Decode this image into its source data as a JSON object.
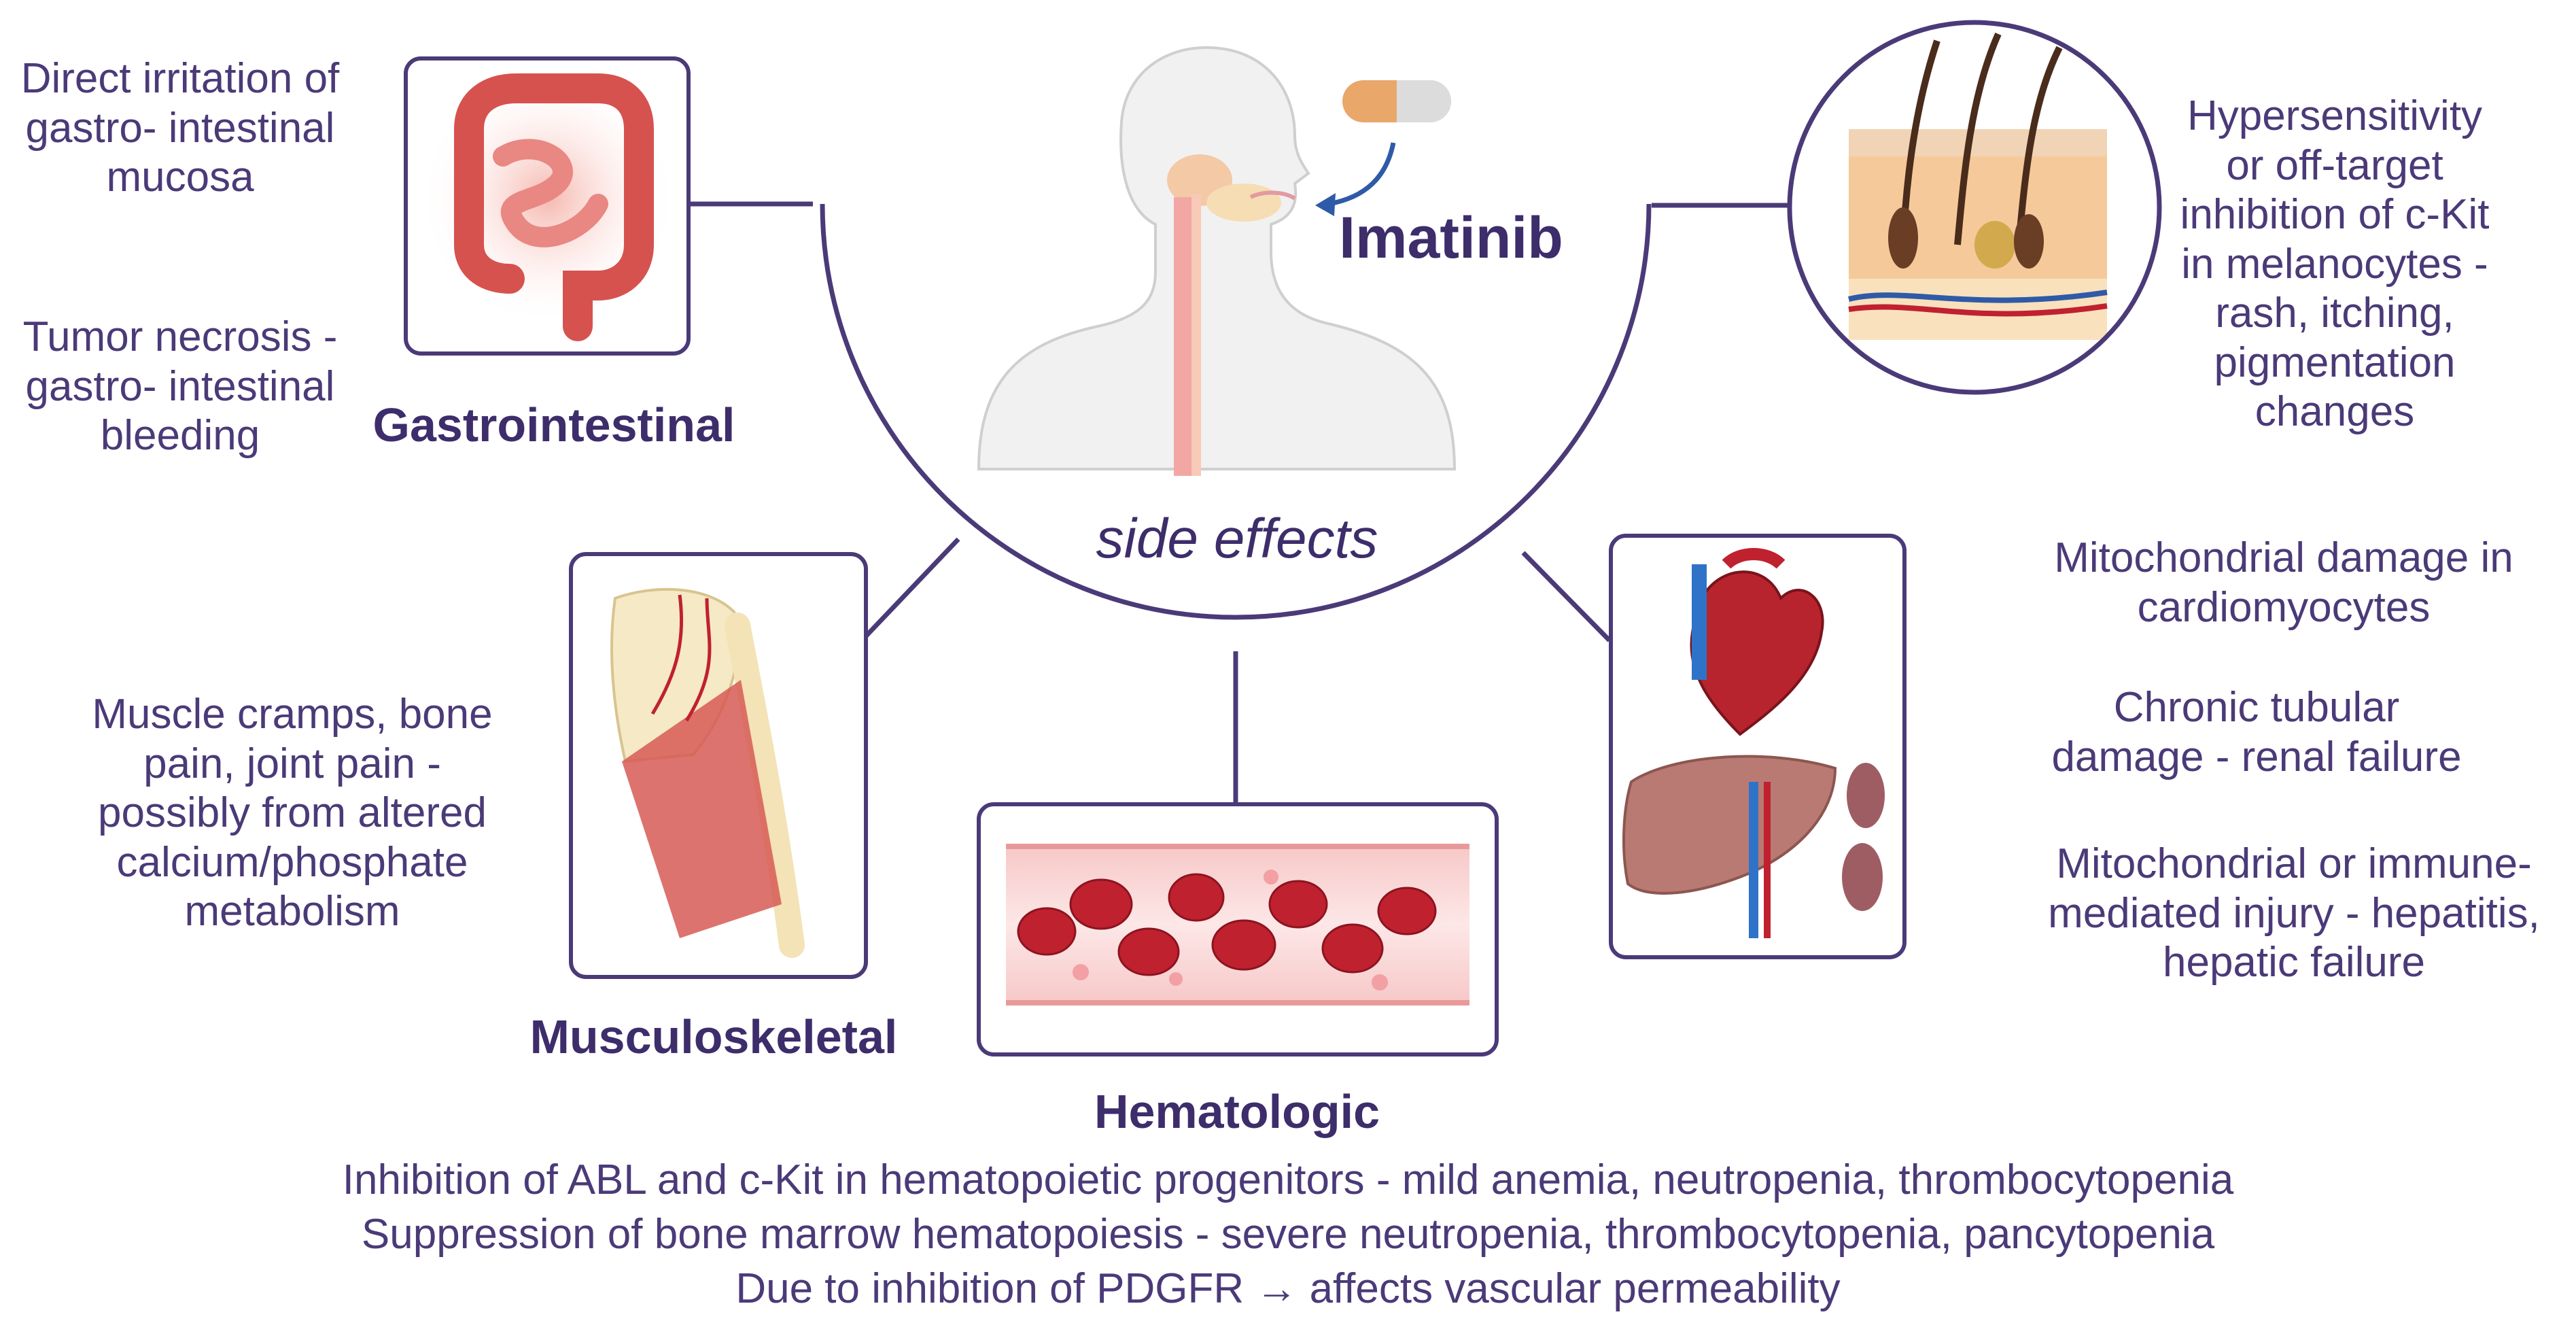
{
  "drug": "Imatinib",
  "center_label": "side effects",
  "systems": {
    "gastrointestinal": {
      "title": "Gastrointestinal",
      "effects": [
        "Direct irritation of gastro- intestinal mucosa",
        "Tumor necrosis - gastro- intestinal bleeding"
      ]
    },
    "dermatologic": {
      "effects": [
        "Hypersensitivity or off-target inhibition of c-Kit in melanocytes - rash, itching, pigmentation changes"
      ]
    },
    "musculoskeletal": {
      "title": "Musculoskeletal",
      "effects": [
        "Muscle cramps, bone pain, joint pain - possibly from altered calcium/phosphate metabolism"
      ]
    },
    "cardio_renal_hepatic": {
      "effects": [
        "Mitochondrial damage in cardiomyocytes",
        "Chronic tubular damage - renal failure",
        "Mitochondrial or immune- mediated injury - hepatitis, hepatic failure"
      ]
    },
    "hematologic": {
      "title": "Hematologic",
      "effects": [
        "Inhibition of ABL and c-Kit in hematopoietic progenitors - mild anemia, neutropenia, thrombocytopenia",
        "Suppression of bone marrow hematopoiesis - severe neutropenia, thrombocytopenia, pancytopenia",
        "Due to inhibition of PDGFR → affects vascular permeability"
      ]
    }
  },
  "icons": {
    "human": "human-head-torso-icon",
    "capsule": "capsule-icon",
    "intestine": "intestine-icon",
    "skin": "skin-cross-section-icon",
    "musculoskeletal": "shoulder-arm-bone-icon",
    "blood": "blood-vessel-icon",
    "organs": "heart-liver-kidney-icon"
  },
  "colors": {
    "text": "#4b3a78",
    "frame": "#4b3a78",
    "accent_blood": "#c0212f",
    "accent_skin": "#e8b98c"
  }
}
